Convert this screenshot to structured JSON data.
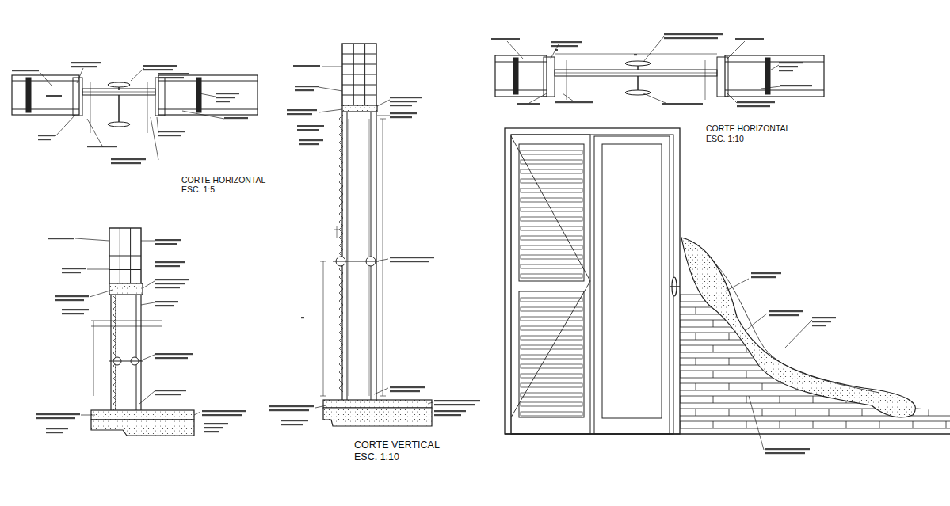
{
  "diagram": {
    "labels": [
      "CORTE HORIZONTAL",
      "ESC. 1:5",
      "CORTE VERTICAL",
      "ESC. 1:10",
      "CORTE HORIZONTAL",
      "ESC. 1:10"
    ]
  }
}
